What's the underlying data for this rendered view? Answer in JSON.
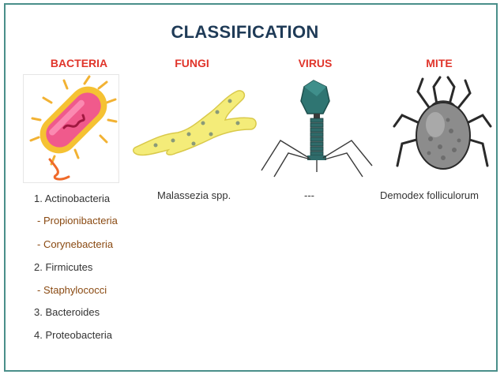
{
  "title": "CLASSIFICATION",
  "categories": [
    {
      "label": "BACTERIA"
    },
    {
      "label": "FUNGI"
    },
    {
      "label": "VIRUS"
    },
    {
      "label": "MITE"
    }
  ],
  "bacteria_list": [
    {
      "text": "1. Actinobacteria",
      "sub": false
    },
    {
      "text": "- Propionibacteria",
      "sub": true
    },
    {
      "text": "- Corynebacteria",
      "sub": true
    },
    {
      "text": "2. Firmicutes",
      "sub": false
    },
    {
      "text": "- Staphylococci",
      "sub": true
    },
    {
      "text": "3. Bacteroides",
      "sub": false
    },
    {
      "text": "4. Proteobacteria",
      "sub": false
    }
  ],
  "fungi_example": "Malassezia spp.",
  "virus_example": "---",
  "mite_example": "Demodex folliculorum",
  "colors": {
    "border": "#4a8f8a",
    "title": "#1f3b57",
    "category": "#e0352b",
    "subitem": "#8a4a12"
  },
  "icons": [
    "bacteria-icon",
    "fungi-icon",
    "virus-icon",
    "mite-icon"
  ]
}
